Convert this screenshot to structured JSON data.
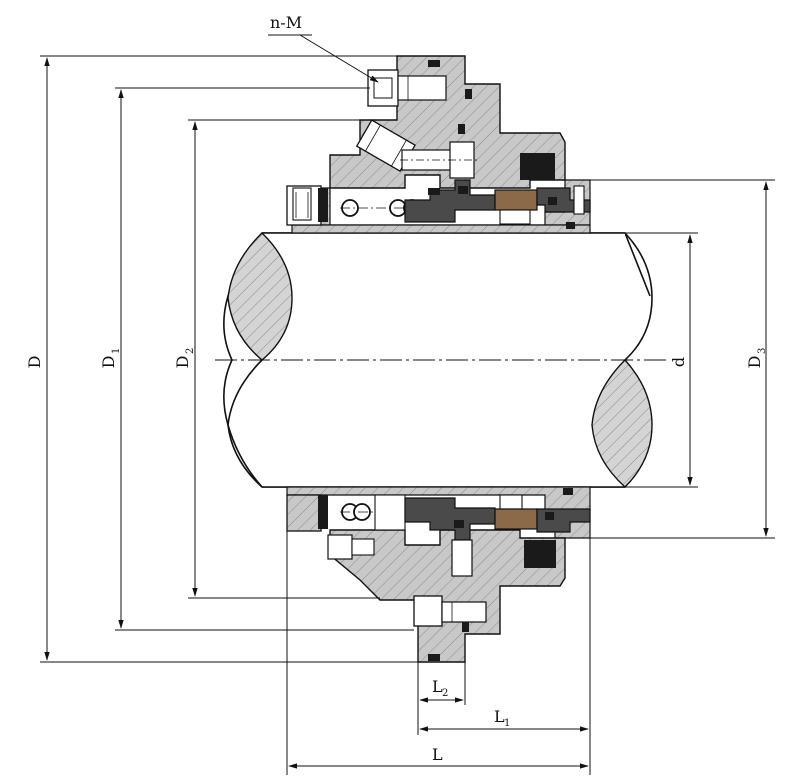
{
  "labels": {
    "callout": "n-M",
    "D": "D",
    "D1_main": "D",
    "D1_sub": "1",
    "D2_main": "D",
    "D2_sub": "2",
    "D3_main": "D",
    "D3_sub": "3",
    "d": "d",
    "L": "L",
    "L1_main": "L",
    "L1_sub": "1",
    "L2_main": "L",
    "L2_sub": "2"
  },
  "colors": {
    "line": "#111111",
    "gland": "#c8c8c8",
    "gland_hatch": "#9a9a9a",
    "elastomer": "#1a1a1a",
    "seal_ring": "#4a4a4a",
    "carbon_face": "#8a6a48",
    "shaft_section": "#d4d4d4",
    "background": "#ffffff"
  }
}
